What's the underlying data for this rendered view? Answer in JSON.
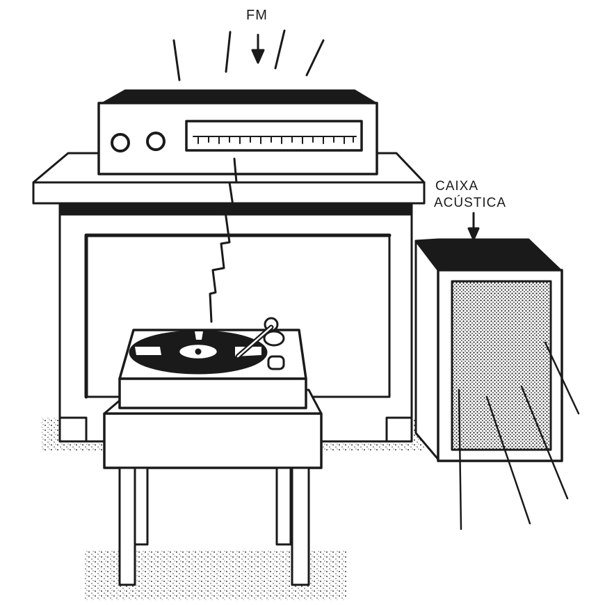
{
  "labels": {
    "fm": "FM",
    "caixa": "CAIXA",
    "acustica": "ACÚSTICA"
  },
  "colors": {
    "ink": "#1a1a1a",
    "paper": "#ffffff",
    "grille": "#bdbdbd"
  }
}
